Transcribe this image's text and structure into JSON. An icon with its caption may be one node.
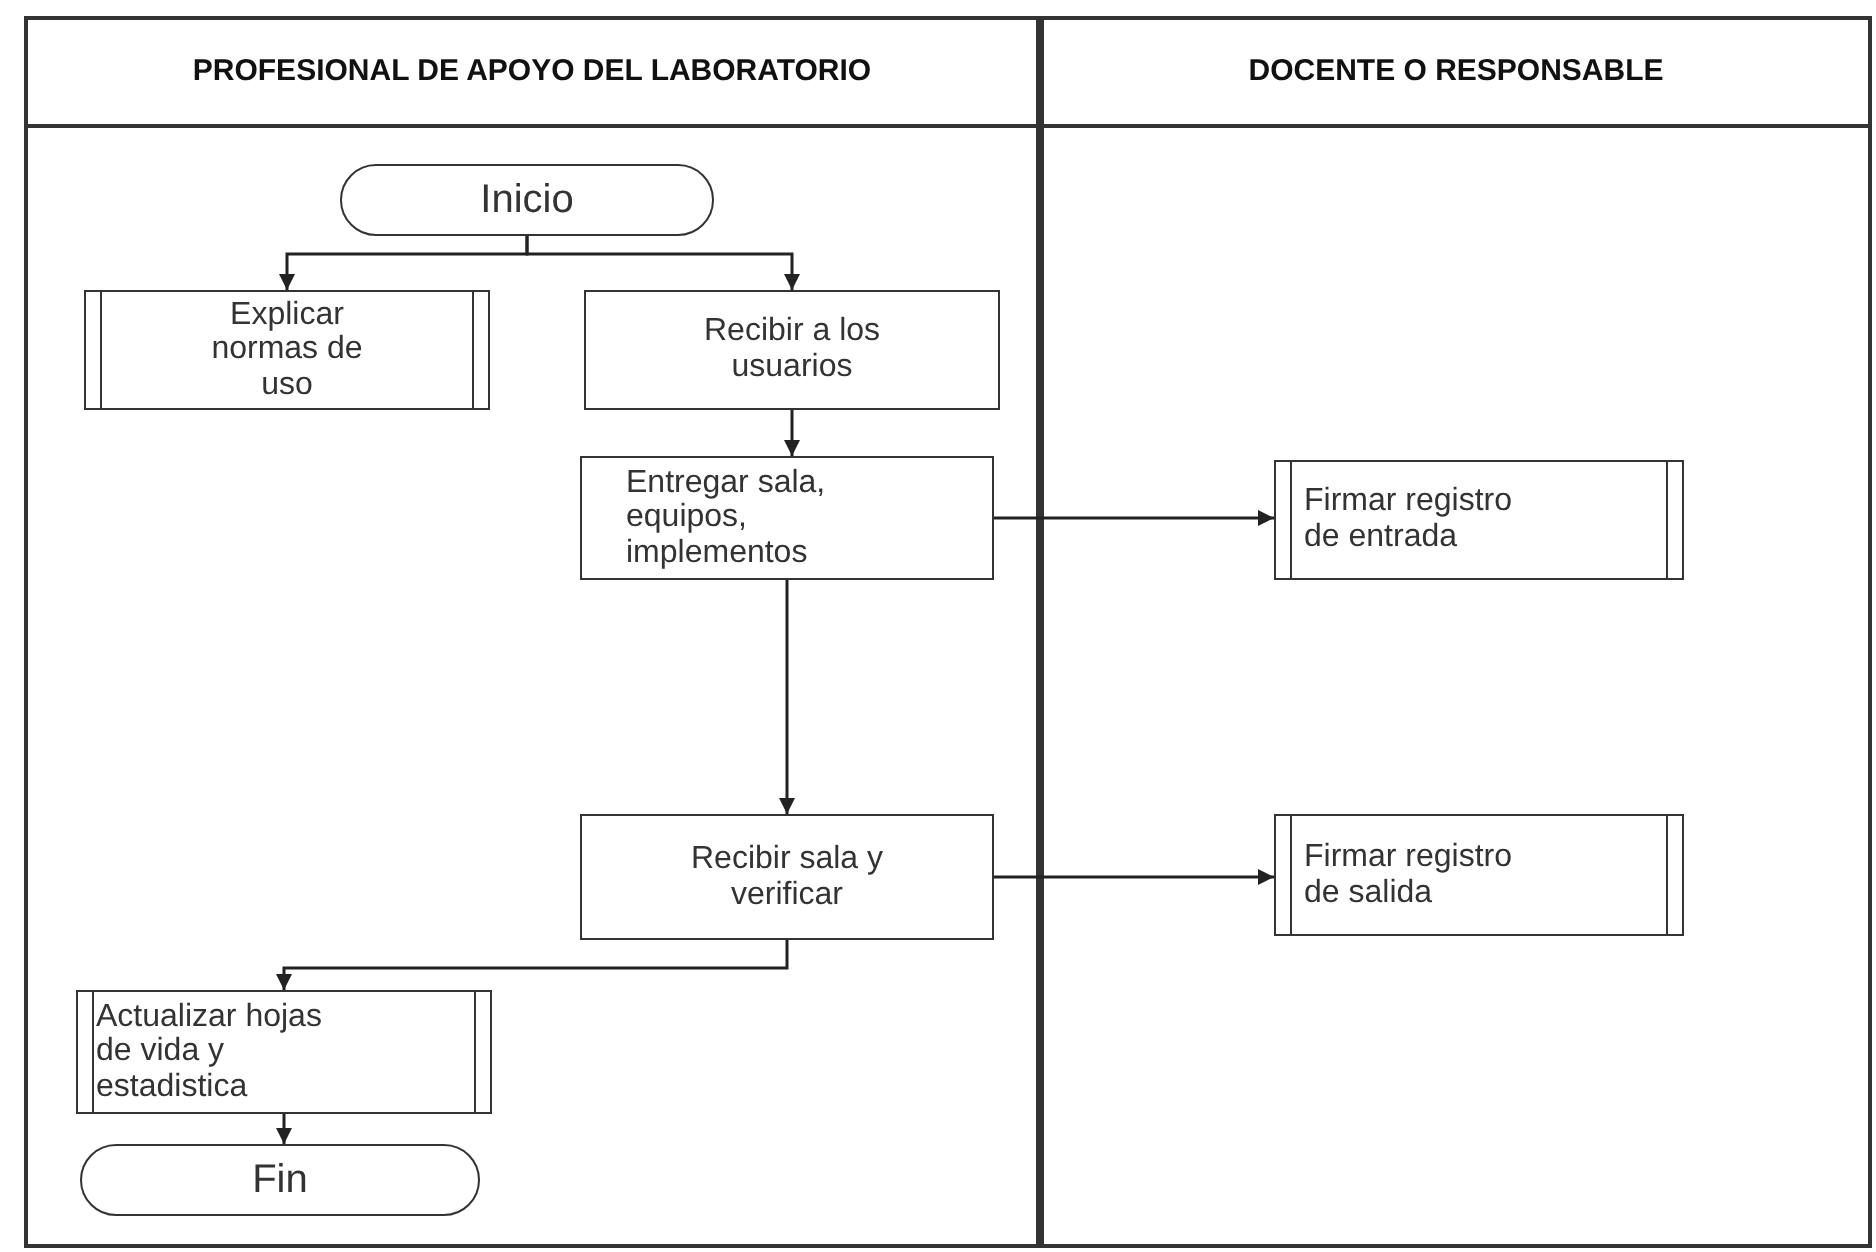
{
  "diagram": {
    "nodes": [
      {
        "text": [
          "PROFESIONAL DE APOYO DEL LABORATORIO"
        ]
      },
      {
        "text": [
          "DOCENTE O RESPONSABLE"
        ]
      },
      {
        "text": [
          "Inicio"
        ],
        "in": 0
      },
      {
        "text": [
          "Explicar normas de uso"
        ],
        "in": 0
      },
      {
        "text": [
          "Recibir a los usuarios"
        ],
        "in": 0
      },
      {
        "text": [
          "Entregar sala, equipos, implementos"
        ],
        "in": 0
      },
      {
        "text": [
          "Firmar registro de entrada"
        ],
        "in": 1
      },
      {
        "text": [
          "Recibir sala y verificar"
        ],
        "in": 0
      },
      {
        "text": [
          "Firmar registro de salida"
        ],
        "in": 1
      },
      {
        "text": [
          "Actualizar hojas de vida y estadistica"
        ],
        "in": 0
      },
      {
        "text": [
          "Fin"
        ],
        "in": 0
      }
    ],
    "edges": [
      {
        "from": 2,
        "to": 3,
        "arrow": "to"
      },
      {
        "from": 2,
        "to": 4,
        "arrow": "to"
      },
      {
        "from": 4,
        "to": 5,
        "arrow": "to"
      },
      {
        "from": 5,
        "to": 6,
        "arrow": "to"
      },
      {
        "from": 5,
        "to": 7,
        "arrow": "to"
      },
      {
        "from": 7,
        "to": 8,
        "arrow": "to"
      },
      {
        "from": 7,
        "to": 9,
        "arrow": "to"
      },
      {
        "from": 9,
        "to": 10,
        "arrow": "to"
      }
    ]
  }
}
